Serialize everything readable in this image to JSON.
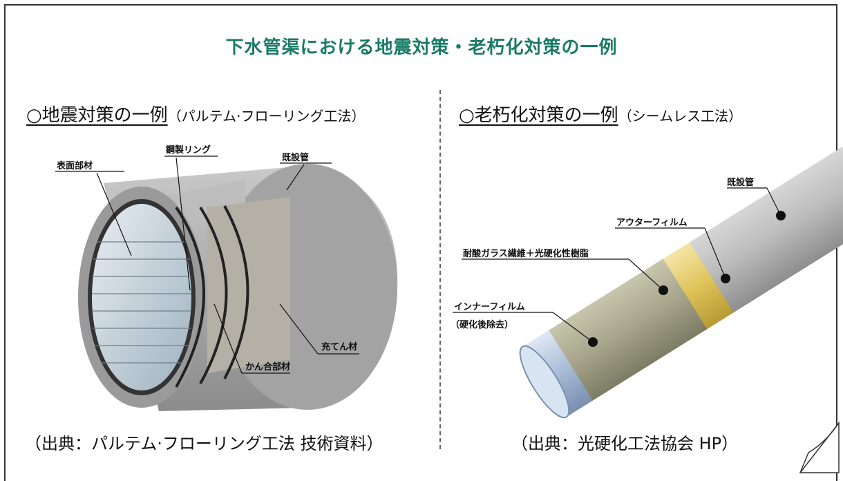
{
  "title": "下水管渠における地震対策・老朽化対策の一例",
  "left_panel": {
    "heading_main": "○地震対策の一例",
    "heading_sub": "（パルテム·フローリング工法）",
    "labels": {
      "surface": "表面部材",
      "steel_ring": "鋼製リング",
      "existing_pipe": "既設管",
      "filler": "充てん材",
      "joint": "かん合部材"
    },
    "source": "（出典：パルテム·フローリング工法  技術資料）"
  },
  "right_panel": {
    "heading_main": "○老朽化対策の一例",
    "heading_sub": "（シームレス工法）",
    "labels": {
      "existing_pipe": "既設管",
      "outer_film": "アウターフィルム",
      "fiber": "耐酸ガラス繊維＋光硬化性樹脂",
      "inner_film": "インナーフィルム",
      "inner_film_note": "（硬化後除去）"
    },
    "source": "（出典：光硬化工法協会 HP）"
  }
}
